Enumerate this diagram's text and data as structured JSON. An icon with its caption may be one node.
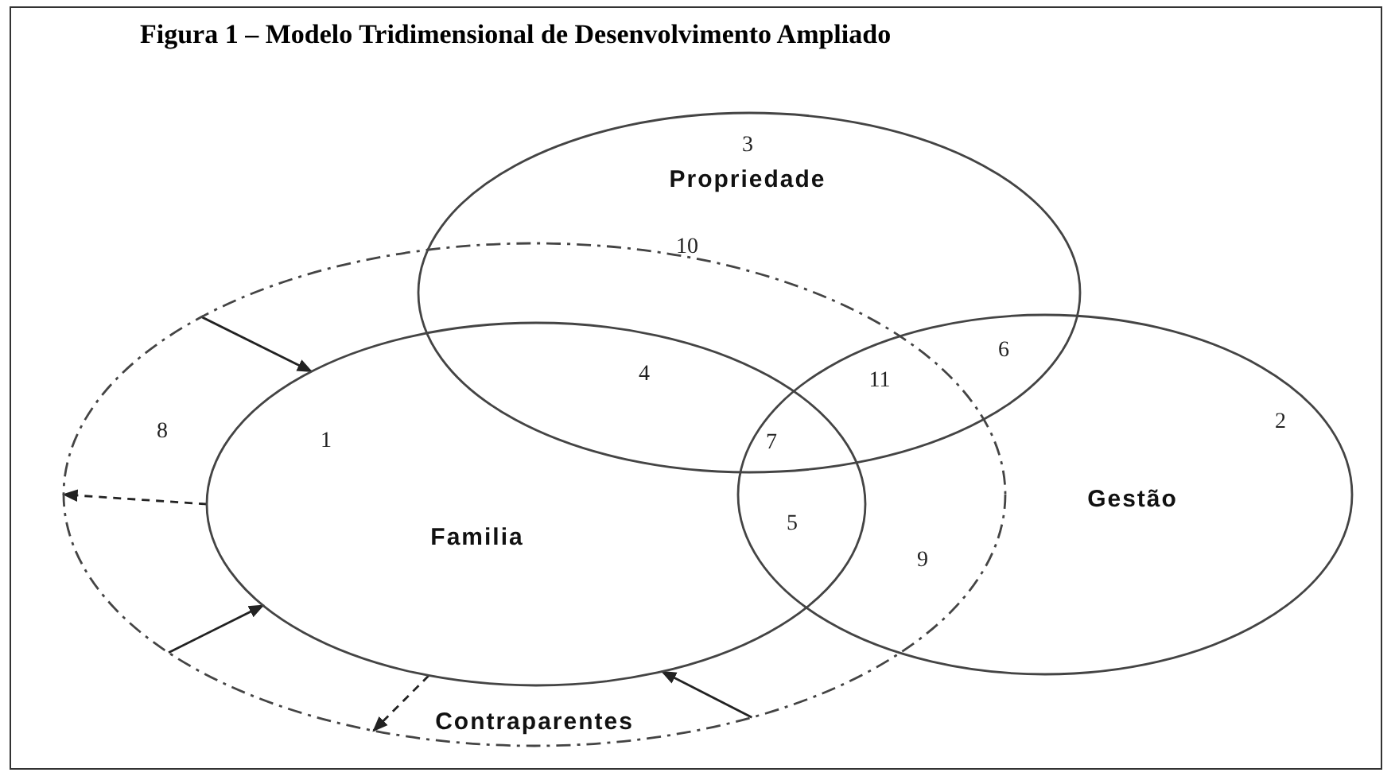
{
  "diagram": {
    "title": "Figura 1 – Modelo Tridimensional de Desenvolvimento Ampliado",
    "nodes": [
      {
        "text": [
          "3",
          "Propriedade"
        ]
      },
      {
        "text": [
          "8",
          "Contraparentes"
        ]
      },
      {
        "text": [
          "1",
          "Familia"
        ],
        "in": 1
      },
      {
        "text": [
          "2",
          "Gestão"
        ]
      }
    ],
    "edges": [
      {
        "from": 1,
        "to": 2,
        "arrow": "to"
      },
      {
        "from": 2,
        "to": 1,
        "arrow": "to",
        "style": "dashed"
      },
      {
        "from": 1,
        "to": 2,
        "arrow": "to"
      },
      {
        "from": 2,
        "to": 1,
        "arrow": "to",
        "style": "dashed"
      },
      {
        "from": 1,
        "to": 2,
        "arrow": "to"
      }
    ],
    "labels": [
      "10",
      "6",
      "4",
      "11",
      "7",
      "5",
      "9"
    ]
  }
}
